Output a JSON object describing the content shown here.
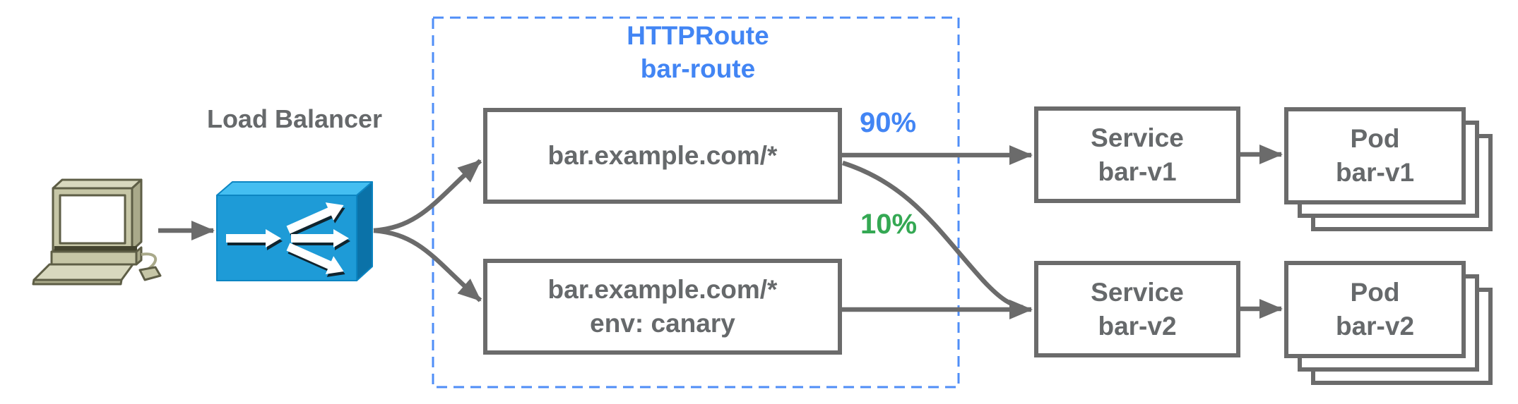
{
  "colors": {
    "accent_blue": "#4285F4",
    "accent_green": "#34A853",
    "text_gray": "#66696b",
    "line_gray": "#6b6b6b",
    "dashed_border_blue": "#4f8ef7",
    "lb_front": "#1E9BD7",
    "lb_top": "#44BEF1",
    "lb_side": "#0B72A8",
    "computer_body": "#C6C6A6",
    "computer_top": "#D8D8BE",
    "computer_shade": "#A9A98A",
    "computer_outline": "#5E5E46"
  },
  "icons": {
    "client": "desktop-computer-icon",
    "load_balancer": "load-balancer-icon"
  },
  "load_balancer": {
    "label": "Load Balancer"
  },
  "httproute": {
    "title": "HTTPRoute",
    "name": "bar-route",
    "rules": [
      {
        "hostname": "bar.example.com/*",
        "header_match": null,
        "weight_label": "90%",
        "weight_color": "#4285F4"
      },
      {
        "hostname": "bar.example.com/*",
        "header_match": "env: canary",
        "weight_label": "10%",
        "weight_color": "#34A853"
      }
    ]
  },
  "services": [
    {
      "kind": "Service",
      "name": "bar-v1",
      "name_color": "#4285F4"
    },
    {
      "kind": "Service",
      "name": "bar-v2",
      "name_color": "#34A853"
    }
  ],
  "pods": [
    {
      "kind": "Pod",
      "name": "bar-v1",
      "name_color": "#4285F4",
      "replicas_shown": 3
    },
    {
      "kind": "Pod",
      "name": "bar-v2",
      "name_color": "#34A853",
      "replicas_shown": 3
    }
  ]
}
